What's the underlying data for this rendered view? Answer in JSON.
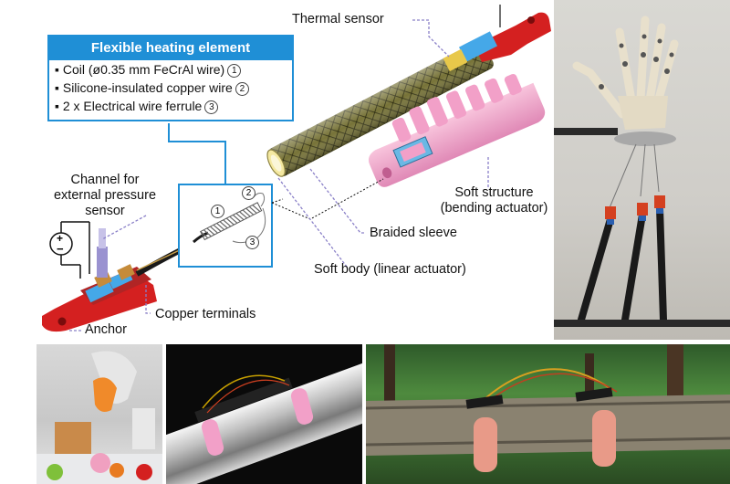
{
  "callout": {
    "title": "Flexible heating element",
    "items": [
      {
        "text": "▪ Coil (ø0.35 mm FeCrAl wire)",
        "num": "1"
      },
      {
        "text": "▪ Silicone-insulated copper wire",
        "num": "2"
      },
      {
        "text": "▪ 2 x Electrical wire ferrule",
        "num": "3"
      }
    ]
  },
  "labels": {
    "thermal_sensor": "Thermal sensor",
    "channel_line1": "Channel for",
    "channel_line2": "external pressure",
    "channel_line3": "sensor",
    "soft_structure_line1": "Soft structure",
    "soft_structure_line2": "(bending actuator)",
    "braided_sleeve": "Braided sleeve",
    "soft_body": "Soft body (linear actuator)",
    "copper_terminals": "Copper terminals",
    "anchor": "Anchor"
  },
  "inset_markers": {
    "one": "1",
    "two": "2",
    "three": "3"
  },
  "battery": {
    "plus": "+",
    "minus": "−"
  },
  "colors": {
    "accent_blue": "#1f8fd6",
    "anchor_red": "#d42020",
    "soft_pink": "#f2a0c8",
    "sleeve_olive": "#6e6a33",
    "guide_purple": "#8a80c8"
  }
}
